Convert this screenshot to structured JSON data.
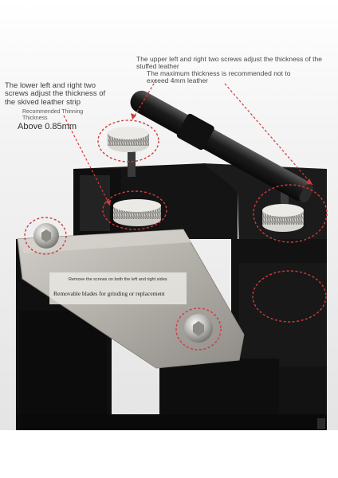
{
  "annotations": {
    "top_right_line1": "The upper left and right two screws adjust the thickness of the stuffed leather",
    "top_right_line2": "The maximum thickness is recommended not to exceed 4mm leather",
    "left_note": "The lower left and right two screws adjust the thickness of the skived leather strip",
    "recommended_label": "Recommended Thinning Thickness",
    "recommended_value": "Above 0.85mm",
    "band_line1": "Remove the screws on both the left and right sides",
    "band_line2": "Removable blades for grinding or replacement"
  },
  "colors": {
    "annotation_red": "#d23a3a",
    "tool_black": "#161616",
    "knurl_silver": "#c9c7c2",
    "blade_steel": "#b9b6b0"
  }
}
